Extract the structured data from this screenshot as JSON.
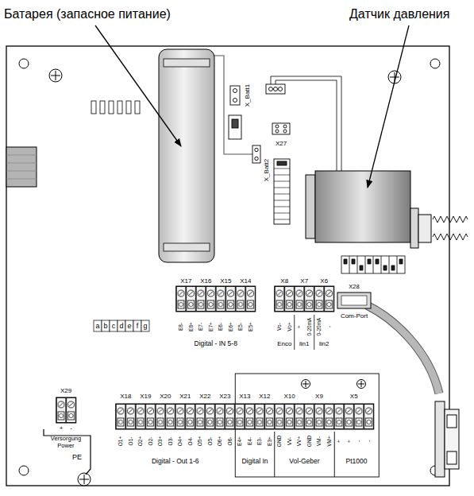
{
  "diagram": {
    "labels": [
      "Батарея (запасное питание)",
      "Датчик давления",
      "X_Batt1",
      "X27",
      "X_Batt2",
      "X17",
      "X16",
      "X15",
      "X14",
      "X8",
      "X7",
      "X6",
      "E8-",
      "E8+",
      "E7-",
      "E7+",
      "E6-",
      "E6+",
      "E5-",
      "E5+",
      "Vo-",
      "Vo+",
      "+",
      "0-20mA",
      "0-20mA",
      "-",
      "Digital - IN 5-8",
      "Enco",
      "lin1",
      "lin2",
      "X28",
      "Com-Port",
      "a",
      "b",
      "c",
      "d",
      "e",
      "f",
      "g",
      "X29",
      "+",
      "-",
      "Versorgung Power",
      "X18",
      "X19",
      "X20",
      "X21",
      "X22",
      "X23",
      "X13",
      "X12",
      "X10",
      "X9",
      "X5",
      "O1+",
      "O1-",
      "O2+",
      "O2-",
      "O3+",
      "O3-",
      "O4+",
      "O4-",
      "O5+",
      "O5-",
      "O6+",
      "O6-",
      "E4+",
      "E4-",
      "E3-",
      "E3+",
      "GND",
      "VV-",
      "VV+",
      "GND",
      "VM-",
      "VM+",
      "+",
      "+",
      "-",
      "-",
      "Digital - Out 1-6",
      "Digital In",
      "Vol-Geber",
      "Pt1000",
      "PE"
    ]
  }
}
